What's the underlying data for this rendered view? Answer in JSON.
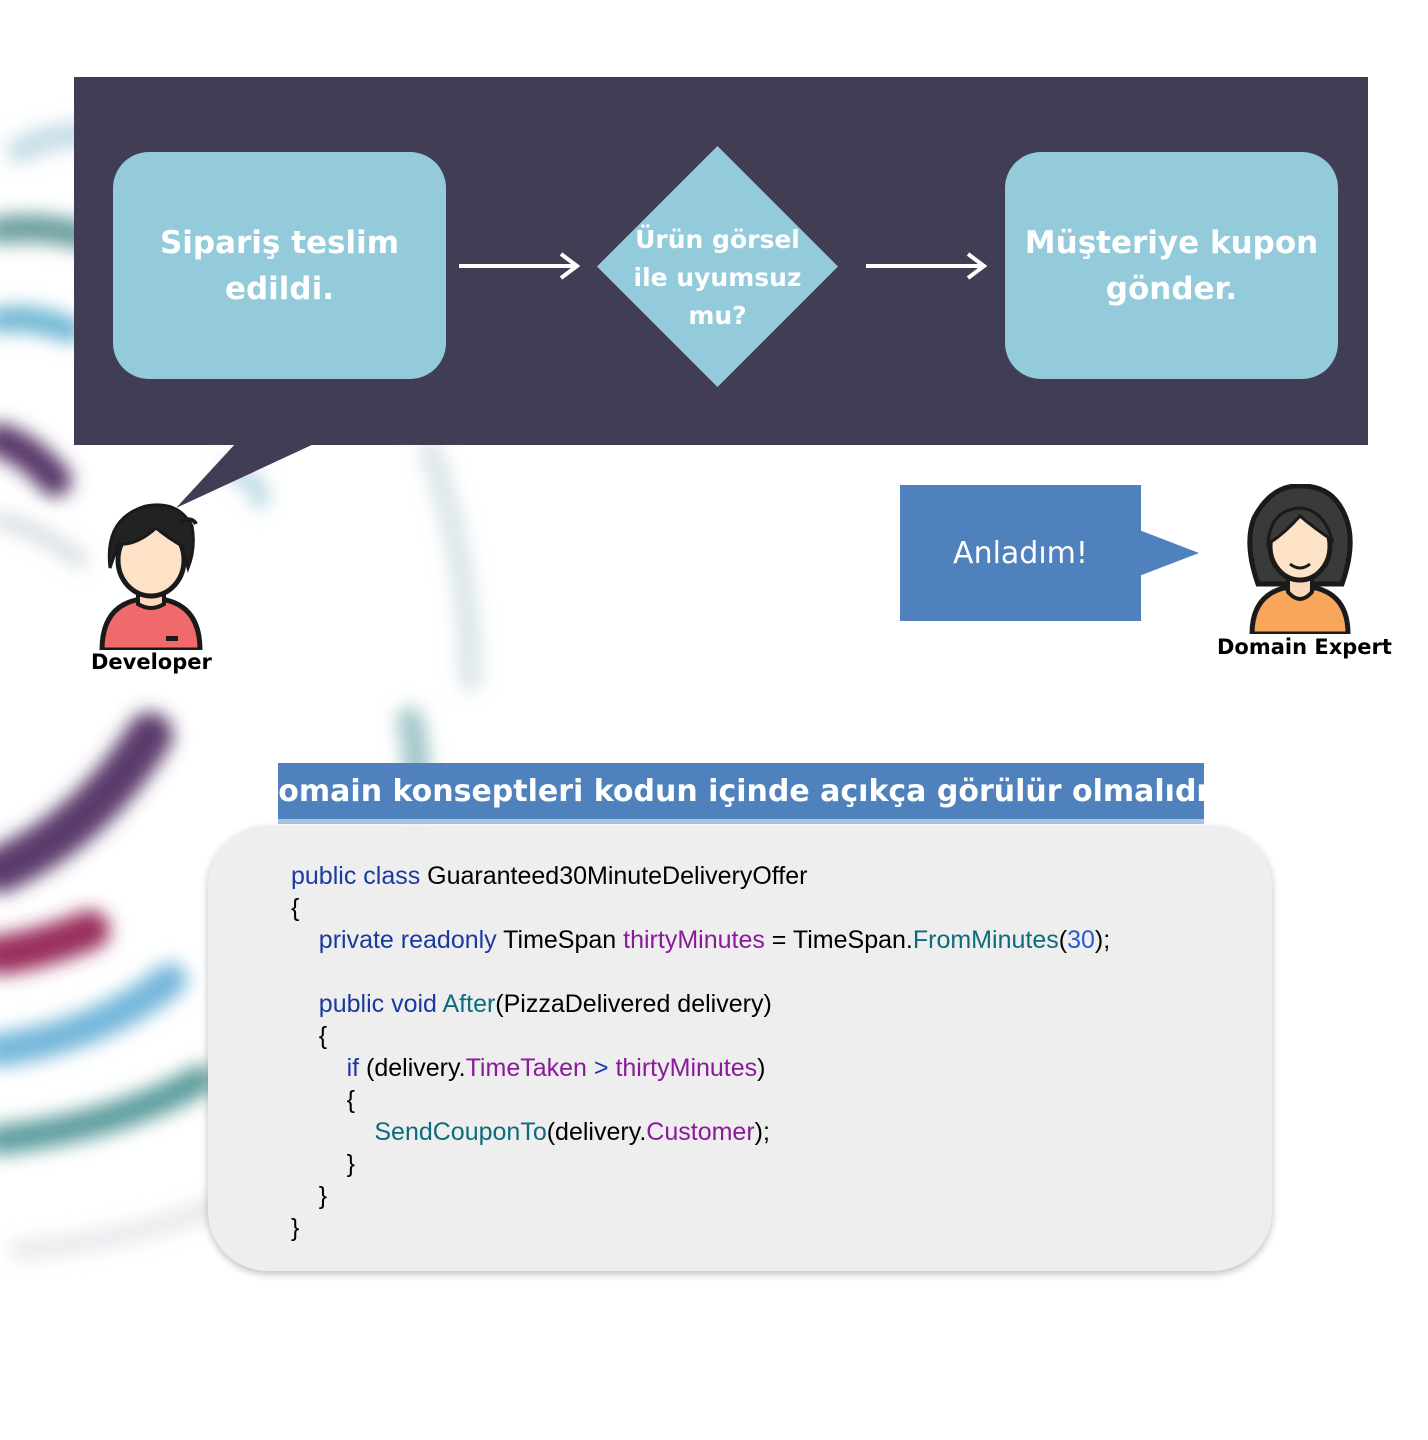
{
  "diagram": {
    "step1": "Sipariş teslim edildi.",
    "decision": "Ürün görsel ile uyumsuz mu?",
    "step2": "Müşteriye kupon gönder."
  },
  "people": {
    "developer": "Developer",
    "domain_expert": "Domain Expert",
    "expert_reply": "Anladım!"
  },
  "code_section": {
    "title": "Domain konseptleri kodun içinde açıkça görülür olmalıdır.",
    "lines": [
      [
        [
          "kw",
          "public class "
        ],
        [
          "",
          "Guaranteed30MinuteDeliveryOffer"
        ]
      ],
      [
        [
          "",
          "{"
        ]
      ],
      [
        [
          "",
          "    "
        ],
        [
          "kw",
          "private readonly "
        ],
        [
          "",
          "TimeSpan "
        ],
        [
          "mem",
          "thirtyMinutes"
        ],
        [
          "",
          " = TimeSpan."
        ],
        [
          "typ",
          "FromMinutes"
        ],
        [
          "",
          "("
        ],
        [
          "num",
          "30"
        ],
        [
          "",
          ");"
        ]
      ],
      [
        [
          "",
          ""
        ]
      ],
      [
        [
          "",
          "    "
        ],
        [
          "kw",
          "public void "
        ],
        [
          "typ",
          "After"
        ],
        [
          "",
          "(PizzaDelivered delivery)"
        ]
      ],
      [
        [
          "",
          "    {"
        ]
      ],
      [
        [
          "",
          "        "
        ],
        [
          "kw",
          "if "
        ],
        [
          "",
          "(delivery."
        ],
        [
          "mem",
          "TimeTaken"
        ],
        [
          "kw",
          " > "
        ],
        [
          "mem",
          "thirtyMinutes"
        ],
        [
          "",
          ")"
        ]
      ],
      [
        [
          "",
          "        {"
        ]
      ],
      [
        [
          "",
          "            "
        ],
        [
          "typ",
          "SendCouponTo"
        ],
        [
          "",
          "(delivery."
        ],
        [
          "mem",
          "Customer"
        ],
        [
          "",
          ");"
        ]
      ],
      [
        [
          "",
          "        }"
        ]
      ],
      [
        [
          "",
          "    }"
        ]
      ],
      [
        [
          "",
          "}"
        ]
      ]
    ]
  },
  "colors": {
    "panel": "#413d55",
    "box": "#93cbdb",
    "accent_blue": "#4f81bd",
    "keyword": "#1a3aa0",
    "type": "#0b6c7c",
    "member": "#8b1a9a",
    "number": "#2a59d6"
  }
}
